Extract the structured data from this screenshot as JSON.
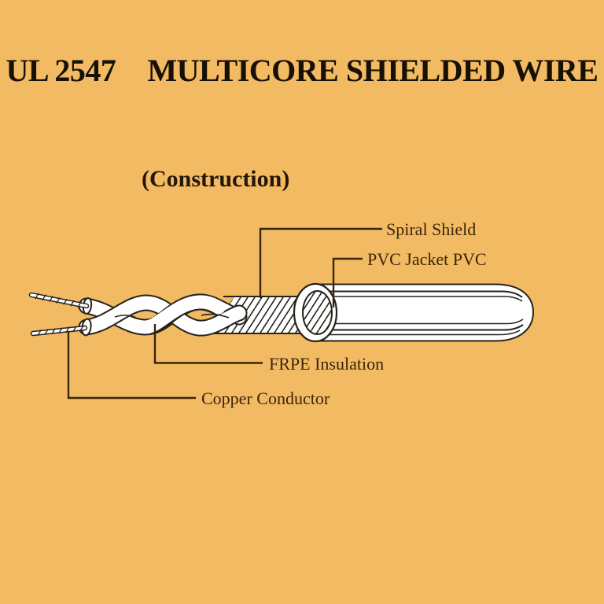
{
  "page": {
    "background_color": "#f2ba62",
    "ink_color": "#171007",
    "label_color": "#3b250b"
  },
  "title": {
    "code": "UL 2547",
    "name": "MULTICORE SHIELDED WIRE"
  },
  "subtitle": "(Construction)",
  "diagram": {
    "labels": {
      "spiral_shield": "Spiral Shield",
      "pvc_jacket": "PVC Jacket PVC",
      "frpe_insulation": "FRPE Insulation",
      "copper_conductor": "Copper Conductor"
    }
  }
}
